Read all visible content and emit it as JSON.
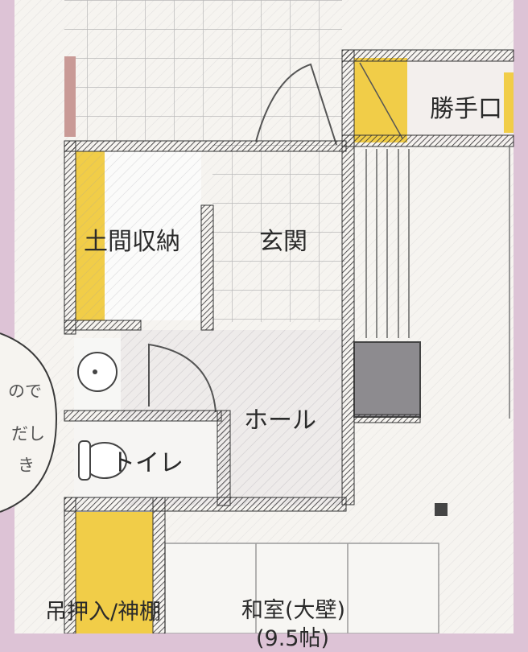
{
  "rooms": {
    "entrance": "玄関",
    "earth_storage": "土間収納",
    "kitchen_door": "勝手口",
    "hall": "ホール",
    "toilet": "トイレ",
    "closet": "吊押入/神棚",
    "japanese_room": "和室(大壁)",
    "japanese_room_size": "(9.5帖)"
  },
  "note": {
    "line1": "ので",
    "line2": "だし",
    "line3": "き"
  },
  "colors": {
    "paper": "#f6f4f0",
    "background": "#ddc3d6",
    "wall": "#474548",
    "storage": "#f1cd48",
    "floor_grid": "#dcdcdc",
    "hatch": "#9d9aa2"
  }
}
